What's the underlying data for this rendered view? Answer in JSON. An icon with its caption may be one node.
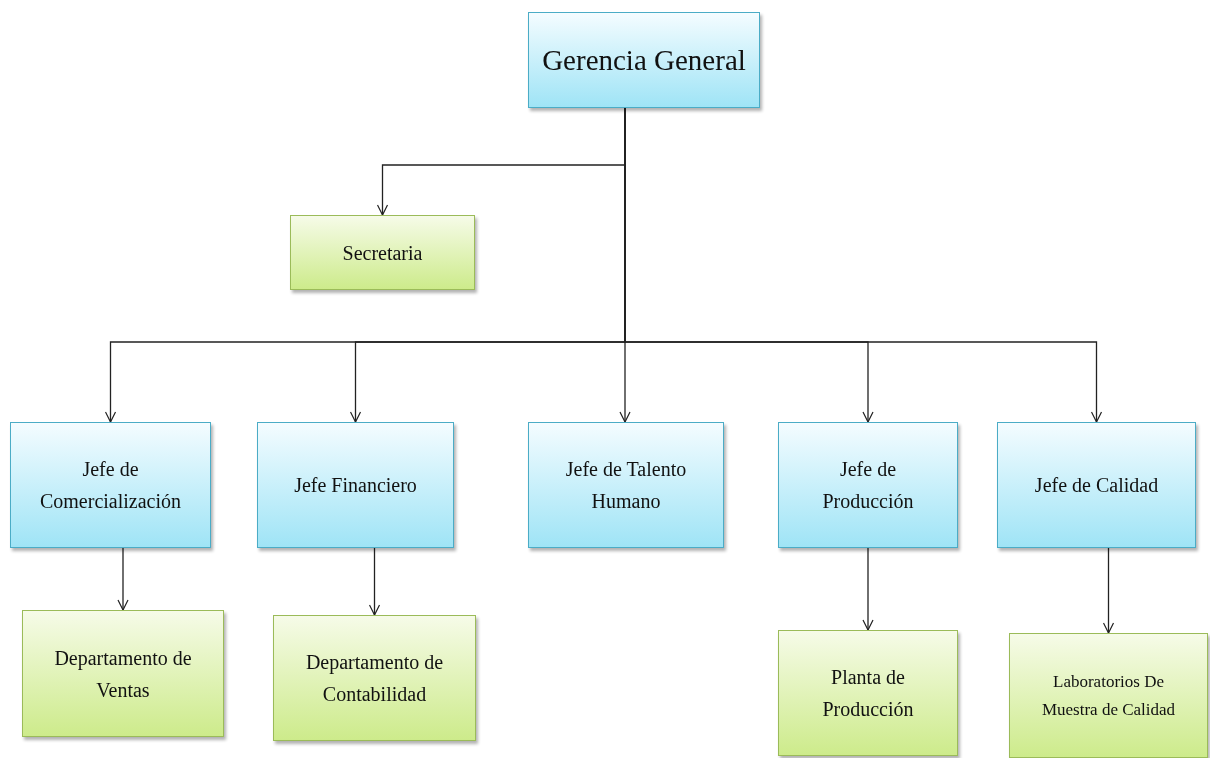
{
  "diagram": {
    "nodes": [
      {
        "text": [
          "Gerencia General"
        ]
      },
      {
        "text": [
          "Secretaria"
        ]
      },
      {
        "text": [
          "Jefe de Comercialización"
        ]
      },
      {
        "text": [
          "Jefe Financiero"
        ]
      },
      {
        "text": [
          "Jefe de Talento Humano"
        ]
      },
      {
        "text": [
          "Jefe de Producción"
        ]
      },
      {
        "text": [
          "Jefe de Calidad"
        ]
      },
      {
        "text": [
          "Departamento de Ventas"
        ]
      },
      {
        "text": [
          "Departamento de Contabilidad"
        ]
      },
      {
        "text": [
          "Planta de Producción"
        ]
      },
      {
        "text": [
          "Laboratorios De Muestra de Calidad"
        ]
      }
    ],
    "edges": [
      {
        "from": 0,
        "to": 1,
        "arrow": "to"
      },
      {
        "from": 0,
        "to": 2,
        "arrow": "to"
      },
      {
        "from": 0,
        "to": 3,
        "arrow": "to"
      },
      {
        "from": 0,
        "to": 4,
        "arrow": "to"
      },
      {
        "from": 0,
        "to": 5,
        "arrow": "to"
      },
      {
        "from": 0,
        "to": 6,
        "arrow": "to"
      },
      {
        "from": 2,
        "to": 7,
        "arrow": "to"
      },
      {
        "from": 3,
        "to": 8,
        "arrow": "to"
      },
      {
        "from": 5,
        "to": 9,
        "arrow": "to"
      },
      {
        "from": 6,
        "to": 10,
        "arrow": "to"
      }
    ]
  }
}
